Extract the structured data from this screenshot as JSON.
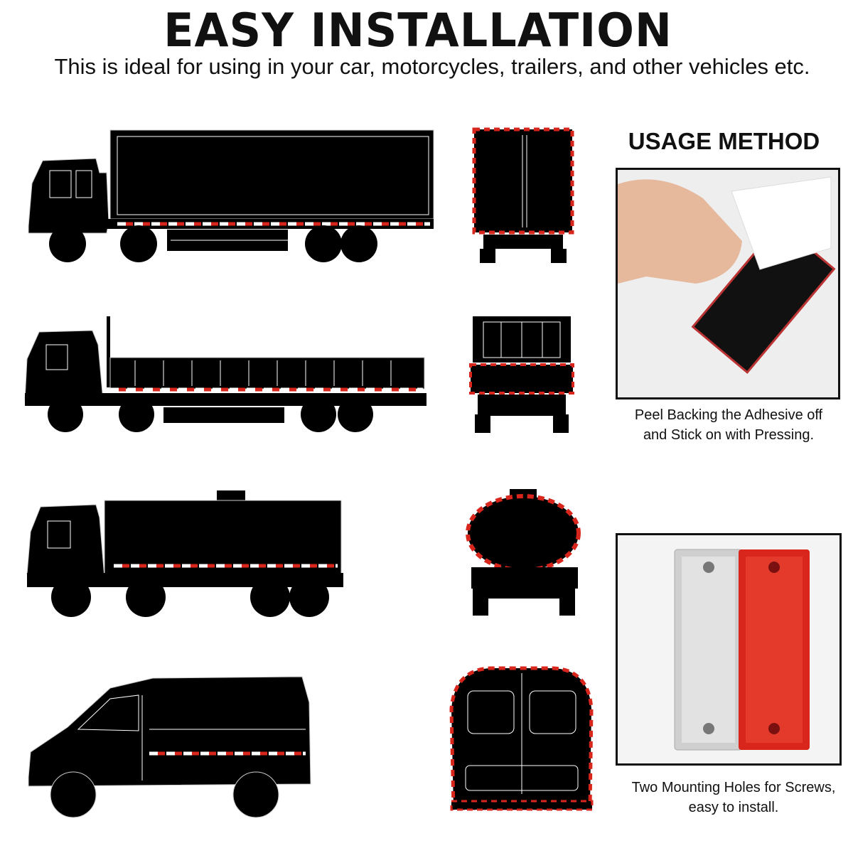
{
  "header": {
    "title": "EASY INSTALLATION",
    "subtitle": "This is ideal for using in your car, motorcycles, trailers, and other vehicles etc."
  },
  "usage": {
    "heading": "USAGE METHOD",
    "steps": [
      {
        "caption_line1": "Peel Backing the Adhesive off",
        "caption_line2": "and Stick on with Pressing."
      },
      {
        "caption_line1": "Two Mounting Holes for Screws,",
        "caption_line2": "easy to install."
      }
    ]
  },
  "colors": {
    "reflector_red": "#d9261c",
    "silhouette": "#000000",
    "reflector_white": "#e8e8e8"
  }
}
